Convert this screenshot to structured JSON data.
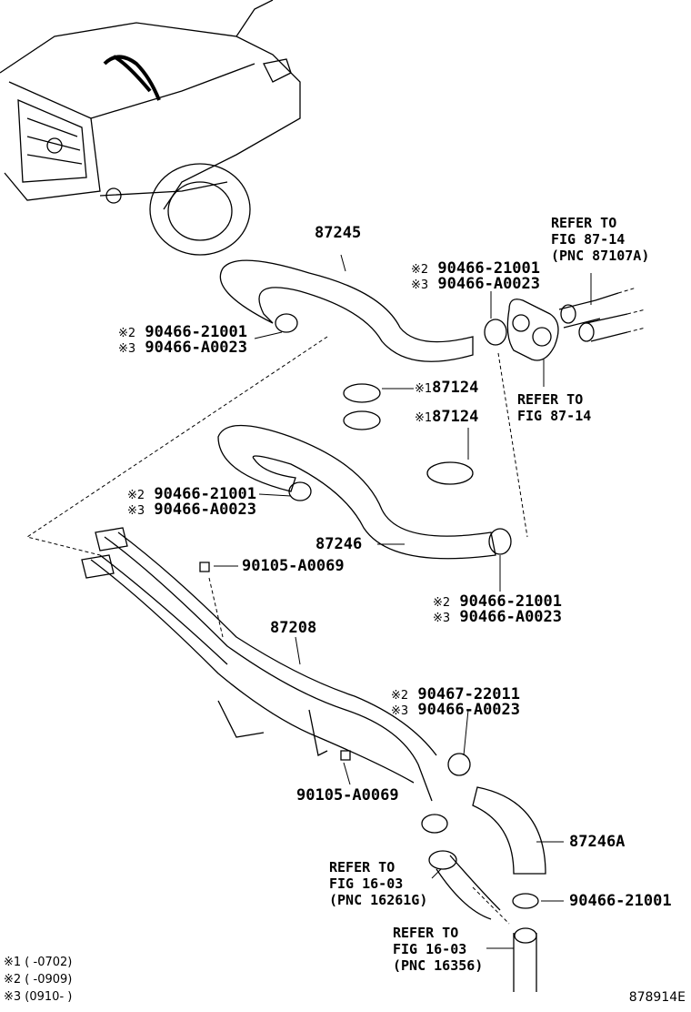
{
  "labels": {
    "p87245": "87245",
    "clamp_a_21001": "90466-21001",
    "clamp_a_a0023": "90466-A0023",
    "clamp_b_21001": "90466-21001",
    "clamp_b_a0023": "90466-A0023",
    "p87124_1": "87124",
    "p87124_2": "87124",
    "clamp_c_21001": "90466-21001",
    "clamp_c_a0023": "90466-A0023",
    "p87246": "87246",
    "bolt_1": "90105-A0069",
    "clamp_d_21001": "90466-21001",
    "clamp_d_a0023": "90466-A0023",
    "p87208": "87208",
    "clamp_e_22011": "90467-22011",
    "clamp_e_a0023": "90466-A0023",
    "bolt_2": "90105-A0069",
    "p87246A": "87246A",
    "clamp_f_21001": "90466-21001"
  },
  "marks": {
    "m1": "※1",
    "m2": "※2",
    "m3": "※3"
  },
  "refs": {
    "ref_top": [
      "REFER TO",
      "FIG 87-14",
      "(PNC 87107A)"
    ],
    "ref_mid": [
      "REFER TO",
      "FIG 87-14"
    ],
    "ref_16261": [
      "REFER TO",
      "FIG 16-03",
      "(PNC 16261G)"
    ],
    "ref_16356": [
      "REFER TO",
      "FIG 16-03",
      "(PNC 16356)"
    ]
  },
  "legend": [
    "※1 (      -0702)",
    "※2 (      -0909)",
    "※3 (0910-      )"
  ],
  "illustration_number": "878914E"
}
